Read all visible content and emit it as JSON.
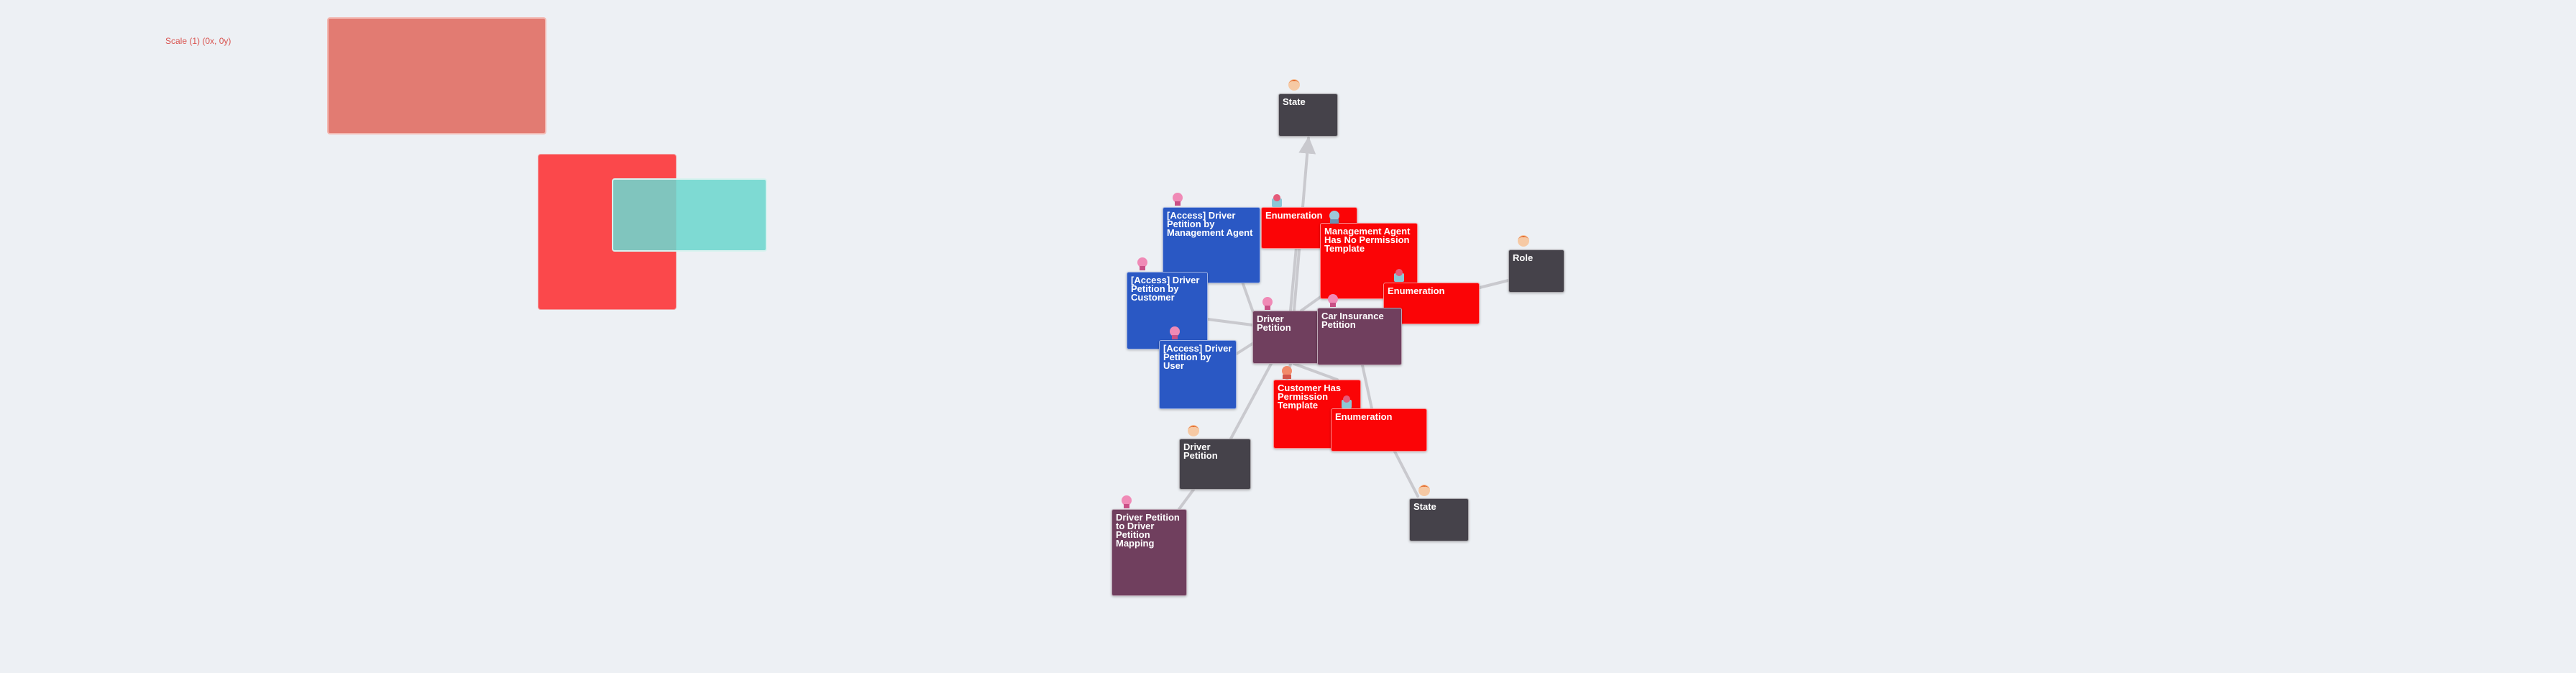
{
  "scale_label": "Scale (1) (0x, 0y)",
  "colors": {
    "background": "#edf0f4",
    "dark_node": "#45424a",
    "blue_node": "#2a58c4",
    "plum_node": "#703f5e",
    "red_node": "#fb0406",
    "edge": "#c9c9ce"
  },
  "nodes": {
    "state_top": {
      "label": "State",
      "icon": "person-icon"
    },
    "enumeration_1": {
      "label": "Enumeration",
      "icon": "gear-icon"
    },
    "access_management_agent": {
      "label": "[Access] Driver Petition by Management Agent",
      "icon": "lock-icon"
    },
    "management_agent_template": {
      "label": "Management Agent Has No Permission Template",
      "icon": "person-icon"
    },
    "role": {
      "label": "Role",
      "icon": "person-icon"
    },
    "enumeration_2": {
      "label": "Enumeration",
      "icon": "gear-icon"
    },
    "access_customer": {
      "label": "[Access] Driver Petition by Customer",
      "icon": "lock-icon"
    },
    "driver_petition_center": {
      "label": "Driver Petition",
      "icon": "lock-icon"
    },
    "car_insurance_petition": {
      "label": "Car Insurance Petition",
      "icon": "lock-icon"
    },
    "access_user": {
      "label": "[Access] Driver Petition by User",
      "icon": "lock-icon"
    },
    "customer_template": {
      "label": "Customer Has Permission Template",
      "icon": "person-icon"
    },
    "enumeration_3": {
      "label": "Enumeration",
      "icon": "gear-icon"
    },
    "driver_petition_dark": {
      "label": "Driver Petition",
      "icon": "person-icon"
    },
    "state_bottom": {
      "label": "State",
      "icon": "person-icon"
    },
    "mapping": {
      "label": "Driver Petition to Driver Petition Mapping",
      "icon": "lock-icon"
    }
  }
}
